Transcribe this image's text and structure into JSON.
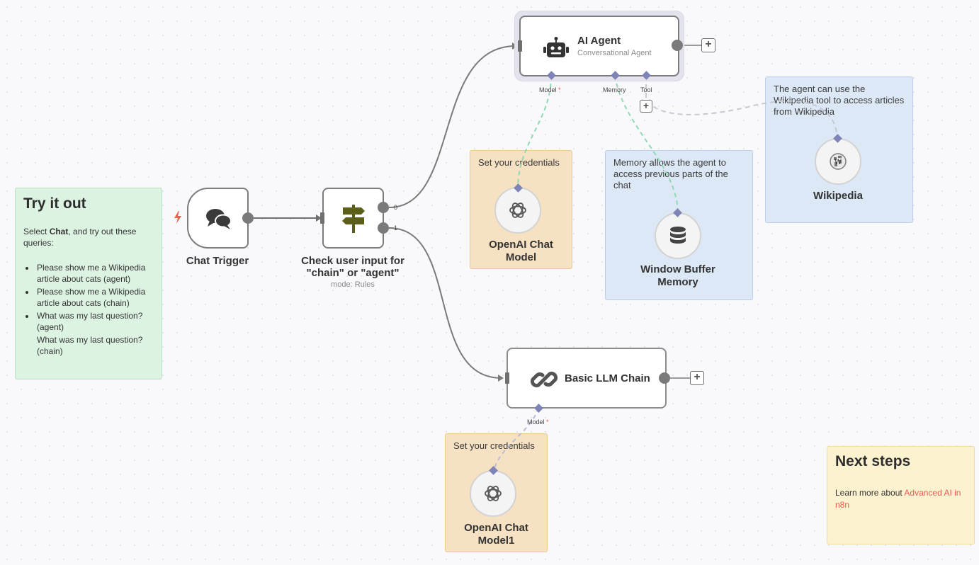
{
  "canvas": {
    "background": "#f9f9fb"
  },
  "colors": {
    "green_note": "#dcf3e2",
    "orange_note": "#f6e1c2",
    "blue_note": "#dde8f6",
    "yellow_note": "#fdf2d0",
    "link": "#e85b4e",
    "trigger_bolt": "#ef5f4f",
    "switch_icon": "#5b5f19"
  },
  "try_it_out": {
    "title": "Try it out",
    "intro_pre": "Select ",
    "intro_bold": "Chat",
    "intro_post": ", and try out these queries:",
    "queries": [
      "Please show me a Wikipedia article about cats (agent)",
      "Please show me a Wikipedia article about cats (chain)",
      "What was my last question? (agent)",
      "What was my last question? (chain)"
    ]
  },
  "nodes": {
    "chat_trigger": {
      "label": "Chat Trigger",
      "icon": "chat-bubbles-icon"
    },
    "switch": {
      "label_line1": "Check user input for",
      "label_line2": "\"chain\" or \"agent\"",
      "subtitle": "mode: Rules",
      "output_0": "0",
      "output_1": "1",
      "icon": "signpost-icon"
    },
    "ai_agent": {
      "label": "AI Agent",
      "subtitle": "Conversational Agent",
      "icon": "robot-icon",
      "port_model": "Model",
      "port_memory": "Memory",
      "port_tool": "Tool",
      "required_mark": "*"
    },
    "llm_chain": {
      "label": "Basic LLM Chain",
      "icon": "chain-link-icon",
      "port_model": "Model",
      "required_mark": "*"
    },
    "openai_model": {
      "label_line1": "OpenAI Chat",
      "label_line2": "Model",
      "icon": "openai-icon"
    },
    "openai_model1": {
      "label_line1": "OpenAI Chat",
      "label_line2": "Model1",
      "icon": "openai-icon"
    },
    "window_memory": {
      "label_line1": "Window Buffer",
      "label_line2": "Memory",
      "icon": "database-icon"
    },
    "wikipedia": {
      "label": "Wikipedia",
      "icon": "wikipedia-globe-icon"
    }
  },
  "notes": {
    "credentials_top": "Set your credentials",
    "credentials_bottom": "Set your credentials",
    "memory": "Memory allows the agent to access previous parts of the chat",
    "wikipedia": "The agent can use the Wikipedia tool to access articles from Wikipedia"
  },
  "next_steps": {
    "title": "Next steps",
    "text": "Learn more about ",
    "link": "Advanced AI in n8n"
  }
}
